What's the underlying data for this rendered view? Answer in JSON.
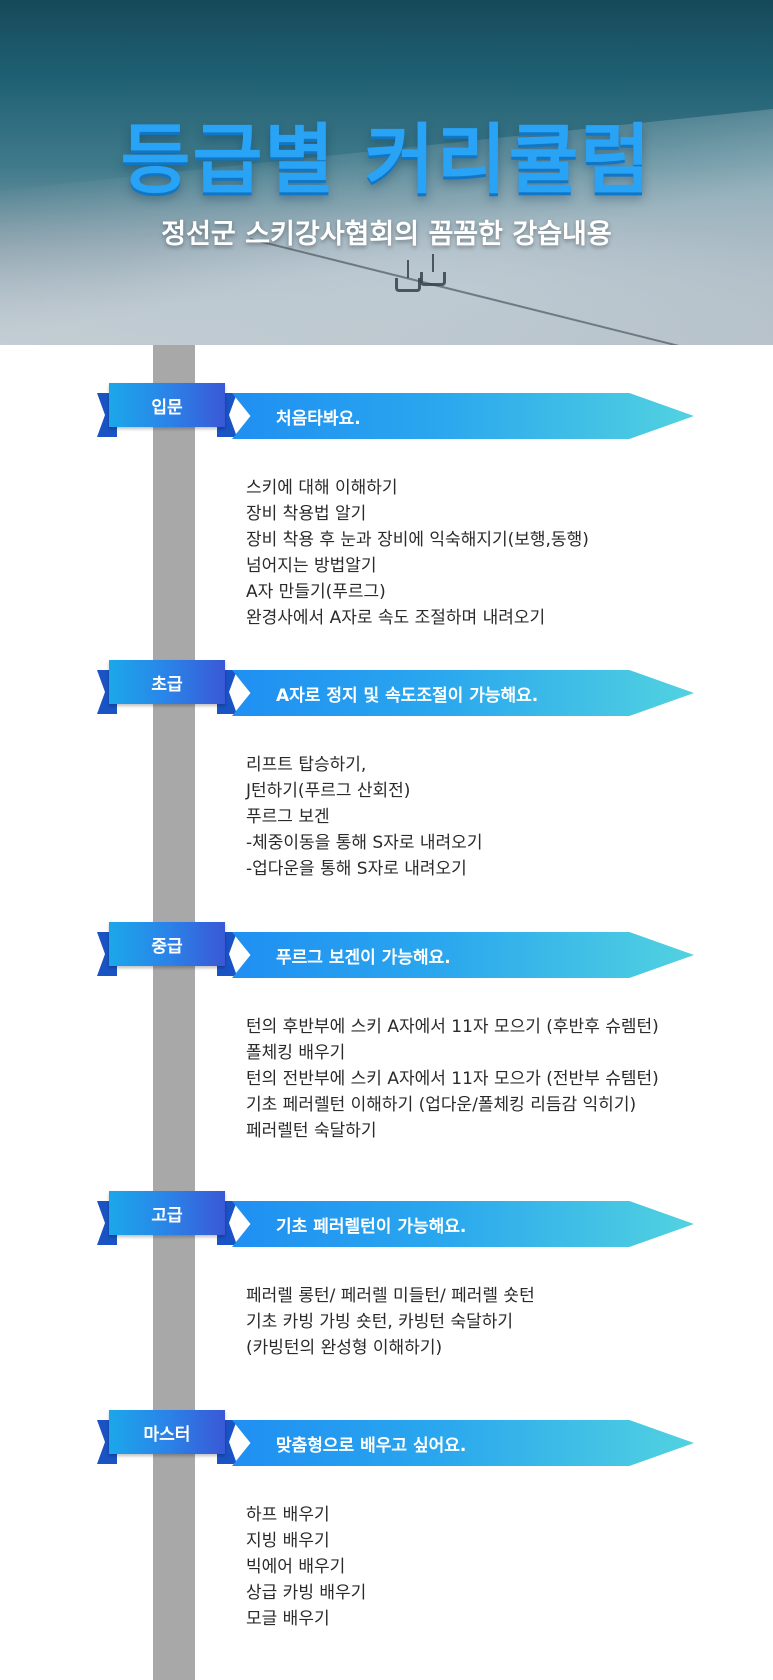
{
  "hero": {
    "title": "등급별 커리큘럼",
    "subtitle": "정선군 스키강사협회의 꼼꼼한 강습내용"
  },
  "colors": {
    "title": "#29a3f6",
    "ribbon_start": "#1ba7ea",
    "ribbon_end": "#3a58d6",
    "banner_start": "#1f8ff2",
    "banner_end": "#52d2e0",
    "timeline": "#a8a8a8"
  },
  "levels": [
    {
      "name": "입문",
      "goal": "처음타봐요.",
      "items": [
        "스키에 대해 이해하기",
        "장비 착용법 알기",
        "장비 착용 후 눈과 장비에 익숙해지기(보행,동행)",
        "넘어지는 방법알기",
        "A자 만들기(푸르그)",
        "완경사에서 A자로 속도 조절하며 내려오기"
      ]
    },
    {
      "name": "초급",
      "goal": "A자로 정지 및 속도조절이 가능해요.",
      "items": [
        "리프트 탑승하기,",
        "J턴하기(푸르그 산회전)",
        "푸르그 보겐",
        "-체중이동을 통해 S자로 내려오기",
        "-업다운을 통해 S자로 내려오기"
      ]
    },
    {
      "name": "중급",
      "goal": "푸르그 보겐이 가능해요.",
      "items": [
        "턴의 후반부에 스키 A자에서 11자 모으기 (후반후 슈렘턴)",
        "폴체킹 배우기",
        "턴의 전반부에 스키 A자에서 11자 모으가 (전반부 슈템턴)",
        "기초 페러렐턴 이해하기 (업다운/폴체킹 리듬감 익히기)",
        "페러렐턴 숙달하기"
      ]
    },
    {
      "name": "고급",
      "goal": "기초 페러렐턴이 가능해요.",
      "items": [
        "페러렐 롱턴/ 페러렐 미들턴/ 페러렐 숏턴",
        "기초 카빙 가빙 숏턴, 카빙턴 숙달하기",
        "(카빙턴의 완성형 이해하기)"
      ]
    },
    {
      "name": "마스터",
      "goal": "맞춤형으로 배우고 싶어요.",
      "items": [
        "하프 배우기",
        "지빙 배우기",
        "빅에어 배우기",
        "상급 카빙 배우기",
        "모글 배우기"
      ]
    }
  ]
}
